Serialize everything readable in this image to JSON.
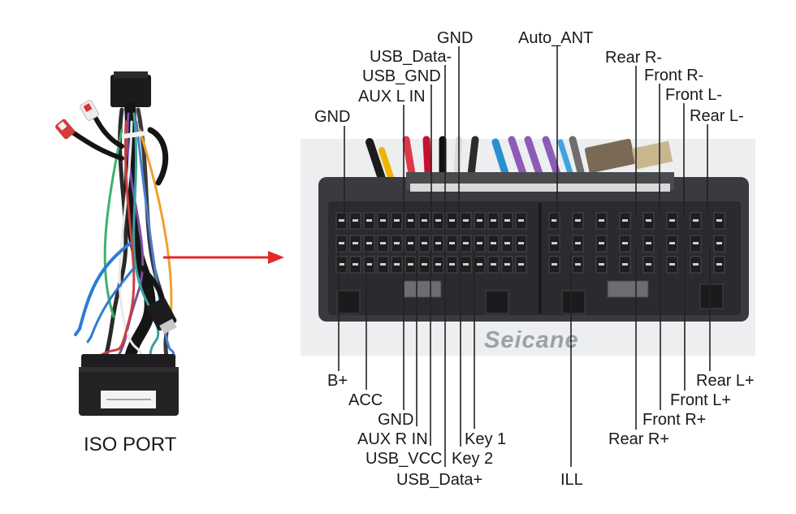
{
  "caption": "ISO PORT",
  "brand": "Seicane",
  "colors": {
    "arrow": "#e02a2a",
    "connector_body": "#3a3b3e",
    "connector_face": "#2a2b2e",
    "photo_bg": "#eceef0",
    "text": "#1a1a1a"
  },
  "top_labels": [
    {
      "id": "gnd-top",
      "text": "GND"
    },
    {
      "id": "usb-data-minus",
      "text": "USB_Data-"
    },
    {
      "id": "usb-gnd",
      "text": "USB_GND"
    },
    {
      "id": "aux-l-in",
      "text": "AUX L IN"
    },
    {
      "id": "gnd-left",
      "text": "GND"
    },
    {
      "id": "auto-ant",
      "text": "Auto_ANT"
    },
    {
      "id": "rear-r-minus",
      "text": "Rear R-"
    },
    {
      "id": "front-r-minus",
      "text": "Front R-"
    },
    {
      "id": "front-l-minus",
      "text": "Front L-"
    },
    {
      "id": "rear-l-minus",
      "text": "Rear L-"
    }
  ],
  "bottom_labels": [
    {
      "id": "b-plus",
      "text": "B+"
    },
    {
      "id": "acc",
      "text": "ACC"
    },
    {
      "id": "gnd-bottom",
      "text": "GND"
    },
    {
      "id": "aux-r-in",
      "text": "AUX R IN"
    },
    {
      "id": "usb-vcc",
      "text": "USB_VCC"
    },
    {
      "id": "usb-data-plus",
      "text": "USB_Data+"
    },
    {
      "id": "key-1",
      "text": "Key 1"
    },
    {
      "id": "key-2",
      "text": "Key 2"
    },
    {
      "id": "ill",
      "text": "ILL"
    },
    {
      "id": "rear-l-plus",
      "text": "Rear L+"
    },
    {
      "id": "front-l-plus",
      "text": "Front L+"
    },
    {
      "id": "front-r-plus",
      "text": "Front R+"
    },
    {
      "id": "rear-r-plus",
      "text": "Rear R+"
    }
  ]
}
